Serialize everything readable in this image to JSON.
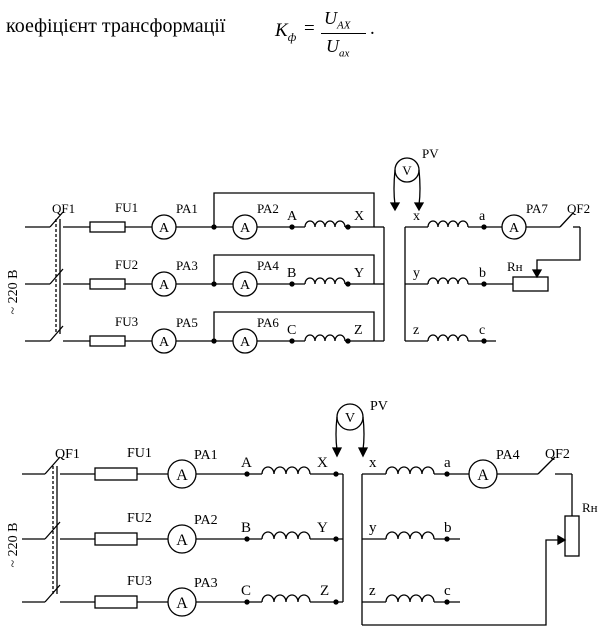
{
  "formula": {
    "label": "коефіцієнт трансформації",
    "k_symbol": "K",
    "k_sub": "ф",
    "equals": "=",
    "num_symbol": "U",
    "num_sub": "AX",
    "den_symbol": "U",
    "den_sub": "ax",
    "period": "."
  },
  "diagram1": {
    "supply": "~ 220 B",
    "switch": "QF1",
    "fuses": [
      "FU1",
      "FU2",
      "FU3"
    ],
    "ammeters_1": [
      "PA1",
      "PA3",
      "PA5"
    ],
    "ammeters_2": [
      "PA2",
      "PA4",
      "PA6"
    ],
    "ammeter_symbol": "A",
    "primary_start": [
      "A",
      "B",
      "C"
    ],
    "primary_end": [
      "X",
      "Y",
      "Z"
    ],
    "secondary_start": [
      "x",
      "y",
      "z"
    ],
    "secondary_end": [
      "a",
      "b",
      "c"
    ],
    "voltmeter_symbol": "V",
    "voltmeter": "PV",
    "load_ammeter": "PA7",
    "load_switch": "QF2",
    "load": "Rн"
  },
  "diagram2": {
    "supply": "~ 220 B",
    "switch": "QF1",
    "fuses": [
      "FU1",
      "FU2",
      "FU3"
    ],
    "ammeters": [
      "PA1",
      "PA2",
      "PA3"
    ],
    "ammeter_symbol": "A",
    "primary_start": [
      "A",
      "B",
      "C"
    ],
    "primary_end": [
      "X",
      "Y",
      "Z"
    ],
    "secondary_start": [
      "x",
      "y",
      "z"
    ],
    "secondary_end": [
      "a",
      "b",
      "c"
    ],
    "voltmeter_symbol": "V",
    "voltmeter": "PV",
    "load_ammeter": "PA4",
    "load_switch": "QF2",
    "load": "Rн"
  }
}
